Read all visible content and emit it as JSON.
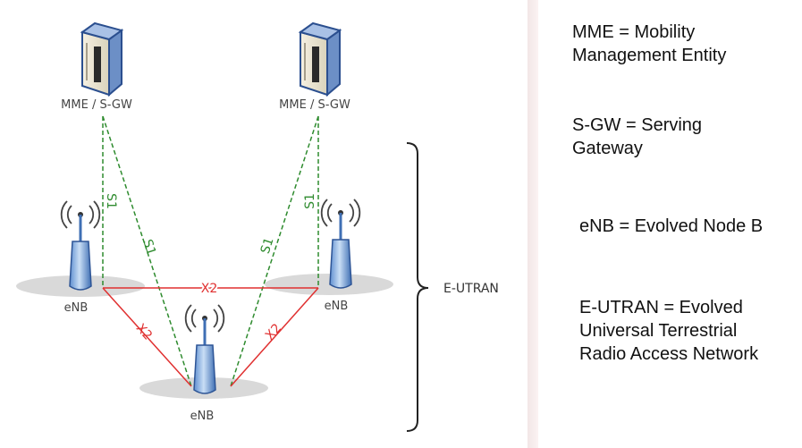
{
  "diagram": {
    "nodes": {
      "mme_left": "MME / S-GW",
      "mme_right": "MME / S-GW",
      "enb_left": "eNB",
      "enb_right": "eNB",
      "enb_bottom": "eNB"
    },
    "interfaces": {
      "s1_left_vertical": "S1",
      "s1_left_diagonal": "S1",
      "s1_right_diagonal": "S1",
      "s1_right_vertical": "S1",
      "x2_top": "X2",
      "x2_left": "X2",
      "x2_right": "X2"
    },
    "group_label": "E-UTRAN",
    "colors": {
      "s1_line": "#2e8b2e",
      "x2_line": "#e03030",
      "ellipse": "#d9d9d9"
    }
  },
  "legend": [
    {
      "lines": [
        "MME = Mobility",
        "Management Entity"
      ]
    },
    {
      "lines": [
        "S-GW = Serving",
        "Gateway"
      ]
    },
    {
      "lines": [
        "eNB = Evolved Node B"
      ]
    },
    {
      "lines": [
        "E-UTRAN = Evolved",
        "Universal Terrestrial",
        "Radio Access Network"
      ]
    }
  ]
}
